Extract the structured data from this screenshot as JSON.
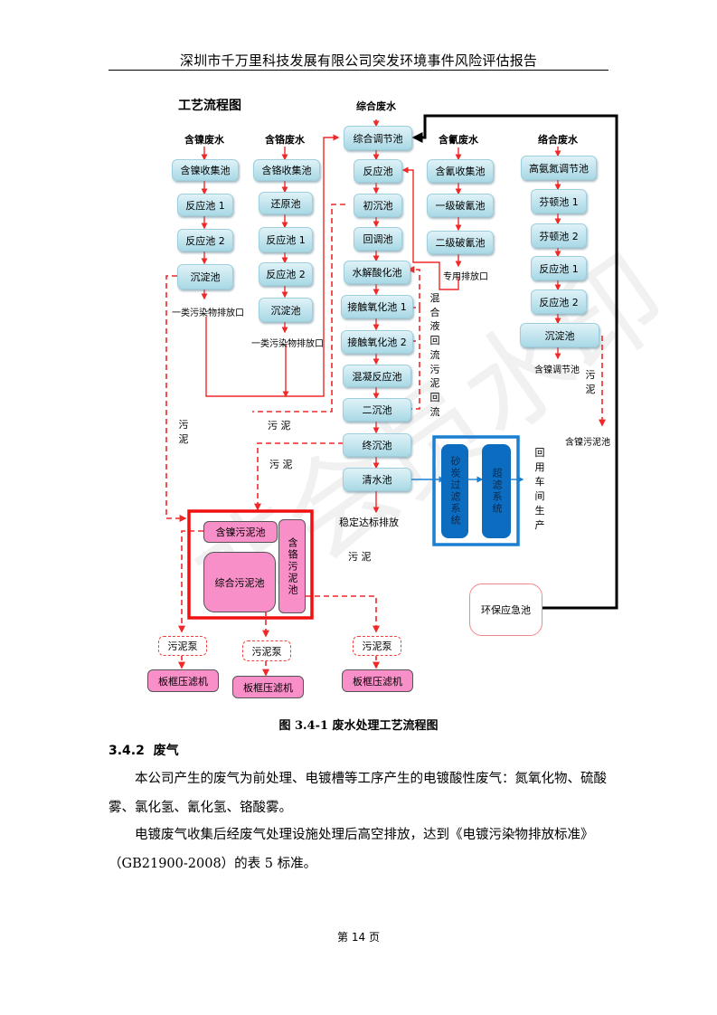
{
  "header": {
    "title": "深圳市千万里科技发展有限公司突发环境事件风险评估报告"
  },
  "diagram": {
    "title": "工艺流程图",
    "watermark": "非会员水印",
    "sources": {
      "nickel": "含镍废水",
      "chromium": "含铬废水",
      "combined": "综合废水",
      "cyanide": "含氰废水",
      "complex": "络合废水"
    },
    "nickel_line": [
      "含镍收集池",
      "反应池 1",
      "反应池 2",
      "沉淀池"
    ],
    "nickel_outlet": "一类污染物排放口",
    "chromium_line": [
      "含铬收集池",
      "还原池",
      "反应池 1",
      "反应池 2",
      "沉淀池"
    ],
    "chromium_outlet": "一类污染物排放口",
    "combined_line": [
      "综合调节池",
      "反应池",
      "初沉池",
      "回调池",
      "水解酸化池",
      "接触氧化池 1",
      "接触氧化池 2",
      "混凝反应池",
      "二沉池",
      "终沉池",
      "清水池"
    ],
    "combined_outlet": "稳定达标排放",
    "cyanide_line": [
      "含氰收集池",
      "一级破氰池",
      "二级破氰池"
    ],
    "cyanide_outlet": "专用排放口",
    "complex_line": [
      "高氨氮调节池",
      "芬顿池 1",
      "芬顿池 2",
      "反应池 1",
      "反应池 2",
      "沉淀池"
    ],
    "complex_outlet": "含镍调节池",
    "complex_sludge_label": "污泥",
    "complex_sludge_target": "含镍污泥池",
    "reflux_label": "混合液回流污泥回流",
    "sludge_labels": [
      "污泥",
      "污 泥",
      "污 泥",
      "污 泥"
    ],
    "reuse": {
      "filter1": "砂炭过滤系统",
      "filter2": "超滤系统",
      "target": "回用车间生产"
    },
    "emergency_pool": "环保应急池",
    "sludge_pools": {
      "nickel": "含镍污泥池",
      "chromium": "含铬污泥池",
      "combined": "综合污泥池"
    },
    "pumps": [
      "污泥泵",
      "污泥泵",
      "污泥泵"
    ],
    "presses": [
      "板框压滤机",
      "板框压滤机",
      "板框压滤机"
    ],
    "colors": {
      "flow_red": "#f02828",
      "reuse_blue": "#0b6cc0",
      "sludge_pink": "#f98fc8",
      "box_teal": "#a9d9e6"
    }
  },
  "caption": "图 3.4-1 废水处理工艺流程图",
  "section": {
    "number": "3.4.2",
    "title": "废气"
  },
  "paragraphs": [
    "本公司产生的废气为前处理、电镀槽等工序产生的电镀酸性废气：氮氧化物、硫酸雾、氯化氢、氰化氢、铬酸雾。",
    "电镀废气收集后经废气处理设施处理后高空排放，达到《电镀污染物排放标准》（GB21900-2008）的表 5 标准。"
  ],
  "footer": {
    "page": "第 14 页"
  }
}
